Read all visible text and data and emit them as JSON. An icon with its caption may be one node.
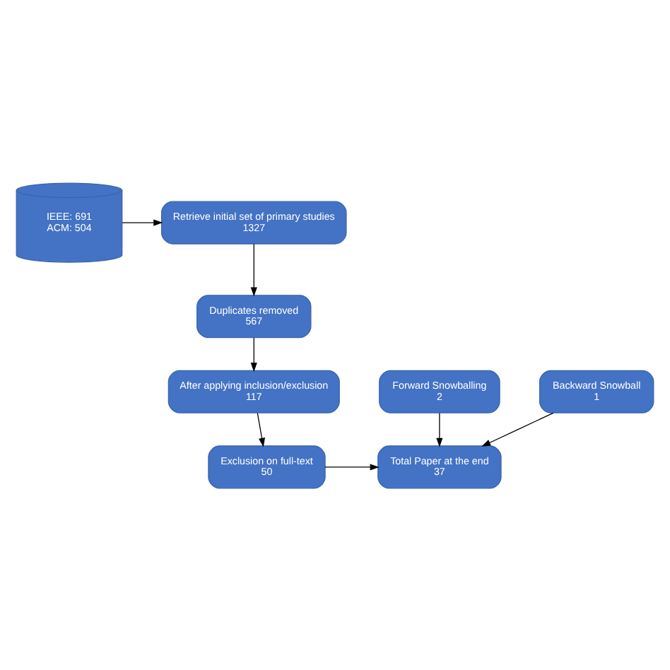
{
  "diagram": {
    "nodes": [
      {
        "text": [
          "IEEE: 691",
          "ACM: 504"
        ]
      },
      {
        "text": [
          "Retrieve initial set of primary studies",
          "1327"
        ]
      },
      {
        "text": [
          "Duplicates removed",
          "567"
        ]
      },
      {
        "text": [
          "After applying inclusion/exclusion",
          "117"
        ]
      },
      {
        "text": [
          "Exclusion on full-text",
          "50"
        ]
      },
      {
        "text": [
          "Total Paper at the end",
          "37"
        ]
      },
      {
        "text": [
          "Forward Snowballing",
          "2"
        ]
      },
      {
        "text": [
          "Backward Snowball",
          "1"
        ]
      }
    ],
    "edges": [
      {
        "from": 0,
        "to": 1,
        "arrow": "to"
      },
      {
        "from": 1,
        "to": 2,
        "arrow": "to"
      },
      {
        "from": 2,
        "to": 3,
        "arrow": "to"
      },
      {
        "from": 3,
        "to": 4,
        "arrow": "to"
      },
      {
        "from": 4,
        "to": 5,
        "arrow": "to"
      },
      {
        "from": 6,
        "to": 5,
        "arrow": "to"
      },
      {
        "from": 7,
        "to": 5,
        "arrow": "to"
      }
    ]
  }
}
